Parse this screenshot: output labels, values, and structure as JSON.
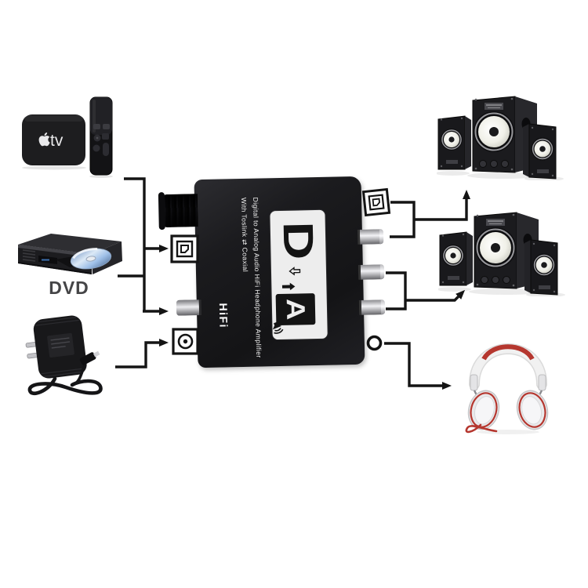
{
  "apple_tv": {
    "logo_text": "tv"
  },
  "dvd_player": {
    "label": "DVD"
  },
  "dac": {
    "marking_line1": "Digital to Analog Audio HiFi Headphone Amplifier",
    "marking_line2": "With Toslink ⇄ Coaxial",
    "hifi_label": "HiFi",
    "logo_d": "D",
    "logo_a": "A"
  },
  "icons": {
    "optical_in": "toslink-optical-port-icon",
    "coaxial_in": "coaxial-rca-connector",
    "power_in": "dc-power-port-icon",
    "optical_out": "toslink-optical-port-icon",
    "headphone_out": "headphone-jack-icon"
  },
  "colors": {
    "line": "#141414",
    "device_body": "#1b1b1e",
    "sticker_white": "#ededed",
    "connector_silver": "#d6d6da",
    "headphone_accent_red": "#b5372f",
    "disc_blue": "#9fc0e8"
  }
}
